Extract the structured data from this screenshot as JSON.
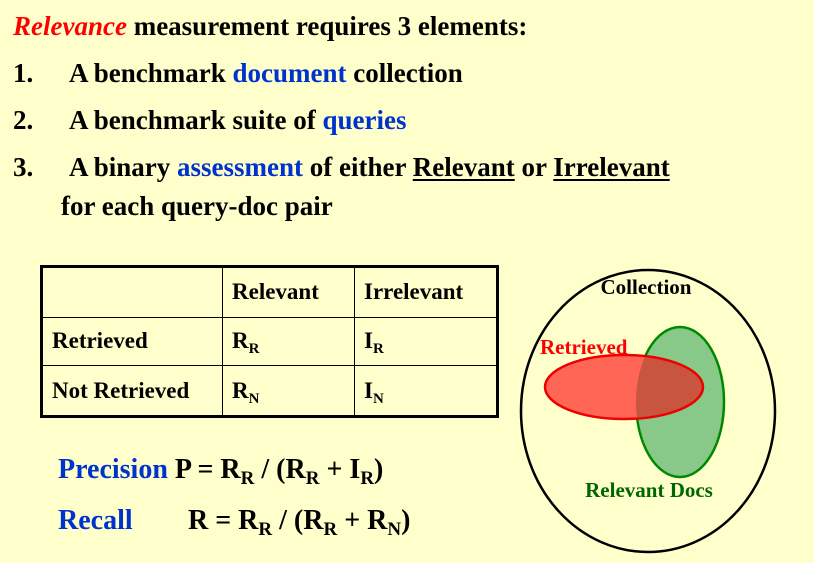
{
  "intro": {
    "highlight": "Relevance",
    "rest": " measurement requires 3 elements:"
  },
  "items": [
    {
      "num": "1.",
      "pre": "A benchmark ",
      "key": "document",
      "post": " collection"
    },
    {
      "num": "2.",
      "pre": "A benchmark suite of ",
      "key": "queries",
      "post": ""
    },
    {
      "num": "3.",
      "pre": "A binary ",
      "key": "assessment",
      "mid": " of either ",
      "u1": "Relevant",
      "or": " or ",
      "u2": "Irrelevant",
      "line2": "for each query-doc pair"
    }
  ],
  "table": {
    "headers": [
      "",
      "Relevant",
      "Irrelevant"
    ],
    "rows": [
      {
        "label": "Retrieved",
        "c1": {
          "base": "R",
          "sub": "R"
        },
        "c2": {
          "base": "I",
          "sub": "R"
        }
      },
      {
        "label": "Not Retrieved",
        "c1": {
          "base": "R",
          "sub": "N"
        },
        "c2": {
          "base": "I",
          "sub": "N"
        }
      }
    ]
  },
  "formulas": {
    "precision": {
      "label": "Precision",
      "lhs": "P = R",
      "s1": "R",
      "t1": " / (R",
      "s2": "R",
      "t2": " + I",
      "s3": "R",
      "t3": ")"
    },
    "recall": {
      "label": "Recall",
      "lhs": "R = R",
      "s1": "R",
      "t1": " / (R",
      "s2": "R",
      "t2": " + R",
      "s3": "N",
      "t3": ")"
    }
  },
  "venn": {
    "collection_label": "Collection",
    "retrieved_label": "Retrieved",
    "relevant_label": "Relevant Docs",
    "colors": {
      "retrieved_fill": "#FF6655",
      "retrieved_stroke": "#EE0000",
      "relevant_fill": "#88C888",
      "relevant_stroke": "#008800",
      "overlap_fill": "#C8553F",
      "retrieved_text": "#FF0000",
      "relevant_text": "#006600"
    }
  }
}
